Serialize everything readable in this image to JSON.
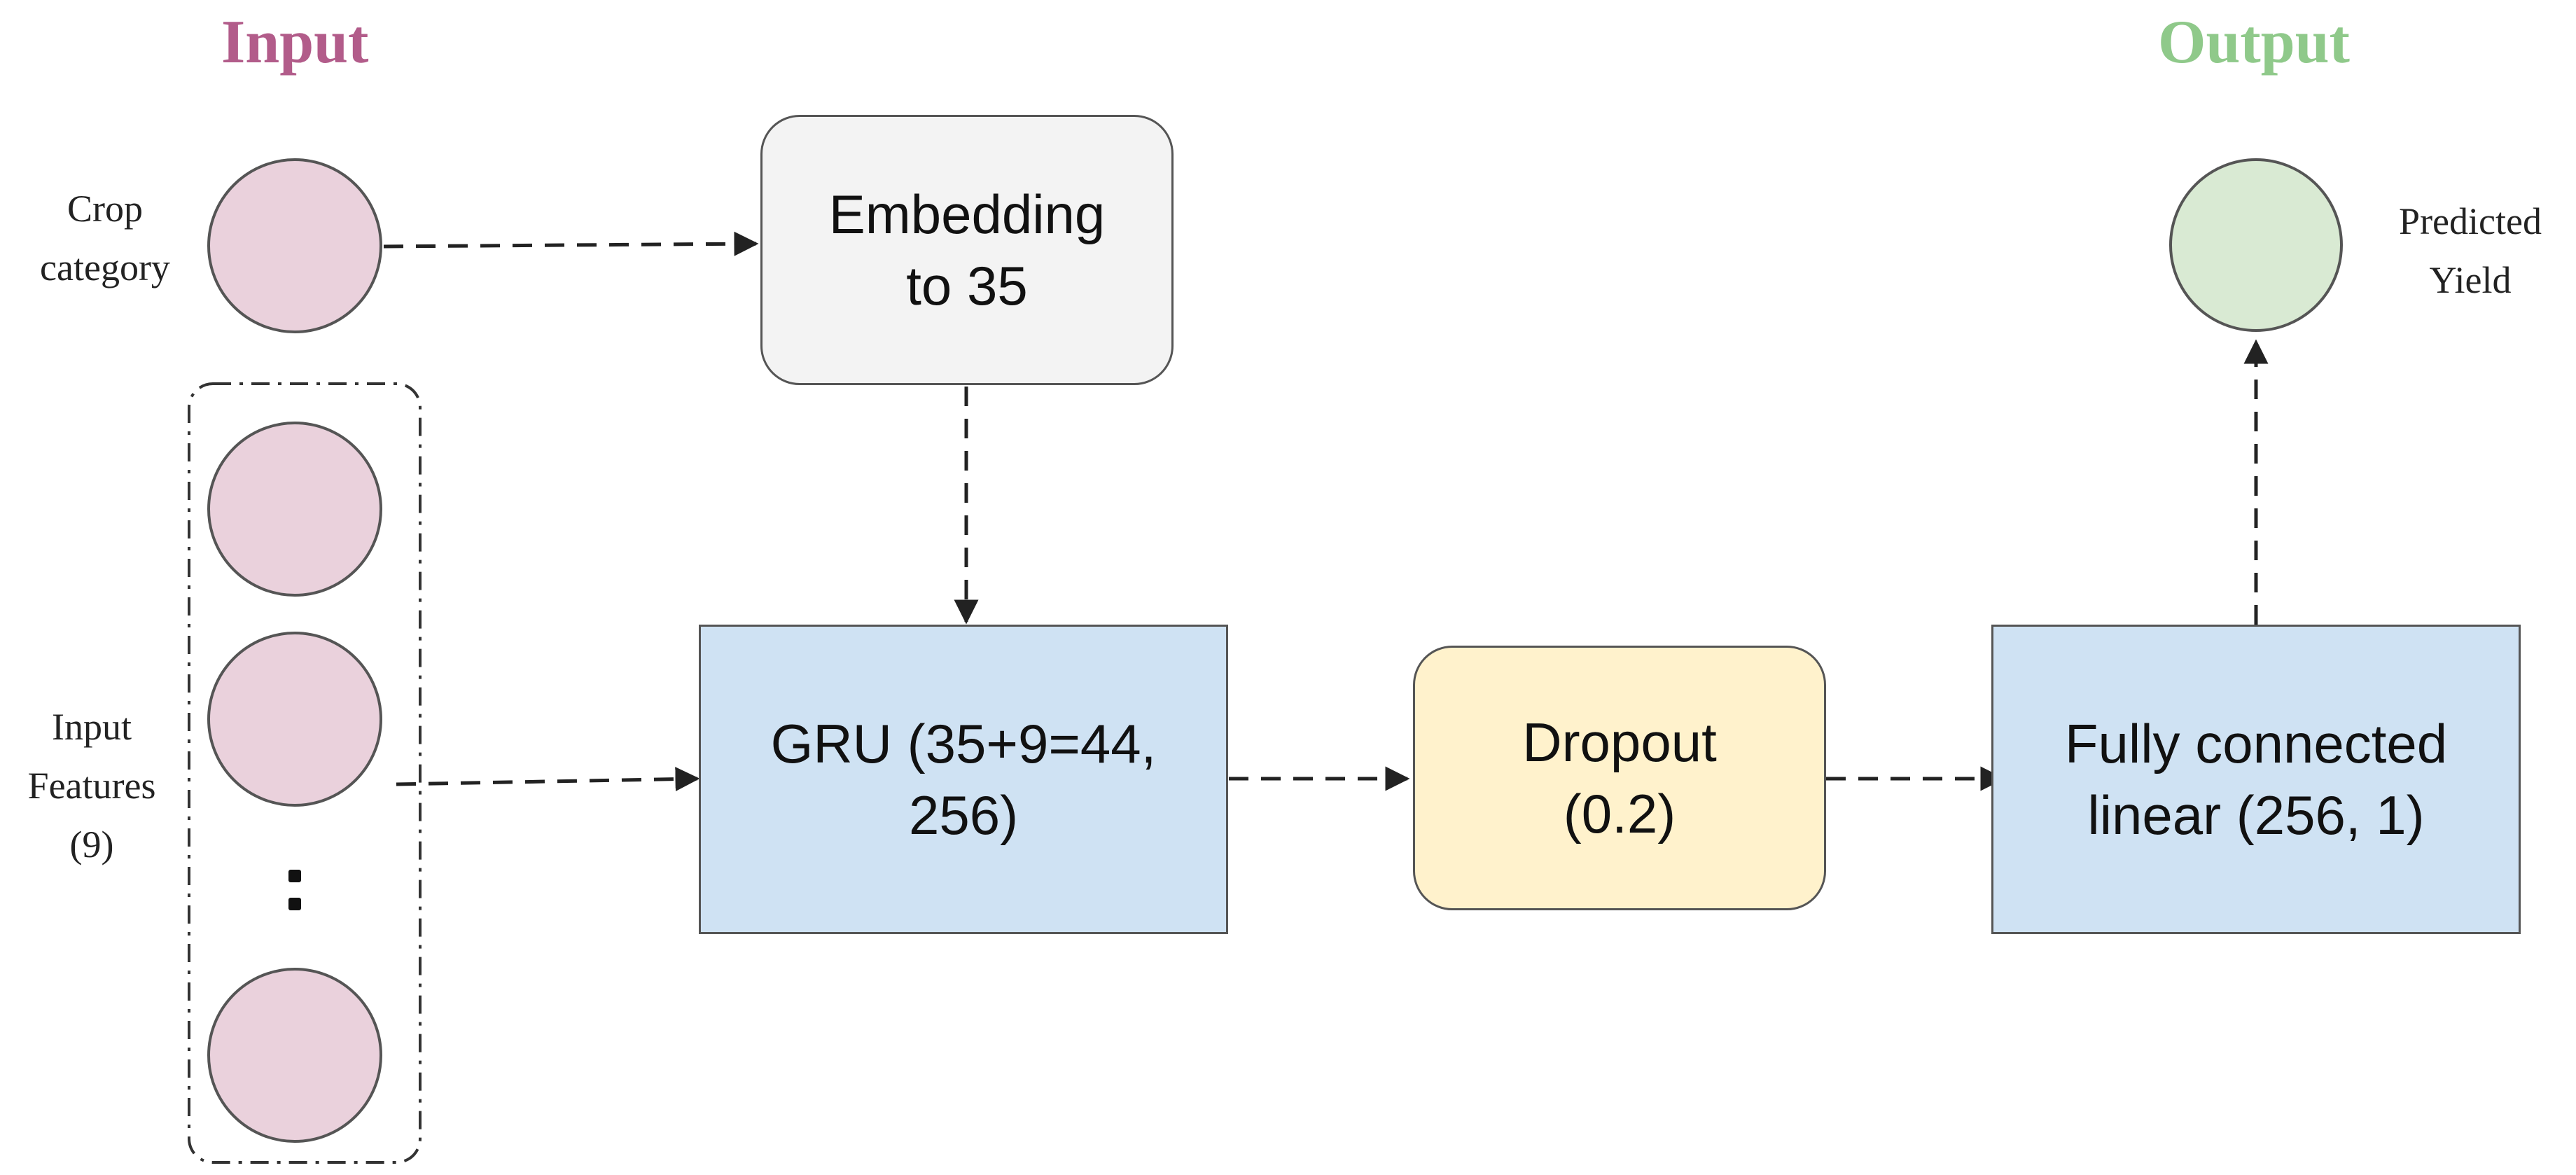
{
  "titles": {
    "input": "Input",
    "output": "Output"
  },
  "colors": {
    "input_title": "#b25c8a",
    "output_title": "#8fc98a",
    "input_node": "#ead1dc",
    "output_node": "#d9ead3",
    "embedding_box": "#f3f3f3",
    "gru_box": "#cfe2f3",
    "dropout_box": "#fff2cc",
    "fc_box": "#cfe2f3",
    "stroke": "#555555"
  },
  "labels": {
    "crop_category": {
      "line1": "Crop",
      "line2": "category"
    },
    "input_features": {
      "line1": "Input",
      "line2": "Features",
      "line3": "(9)"
    },
    "predicted_yield": {
      "line1": "Predicted",
      "line2": "Yield"
    }
  },
  "boxes": {
    "embedding": {
      "line1": "Embedding",
      "line2": "to 35"
    },
    "gru": {
      "line1": "GRU (35+9=44,",
      "line2": "256)"
    },
    "dropout": {
      "line1": "Dropout",
      "line2": "(0.2)"
    },
    "fc": {
      "line1": "Fully connected",
      "line2": "linear (256, 1)"
    }
  }
}
